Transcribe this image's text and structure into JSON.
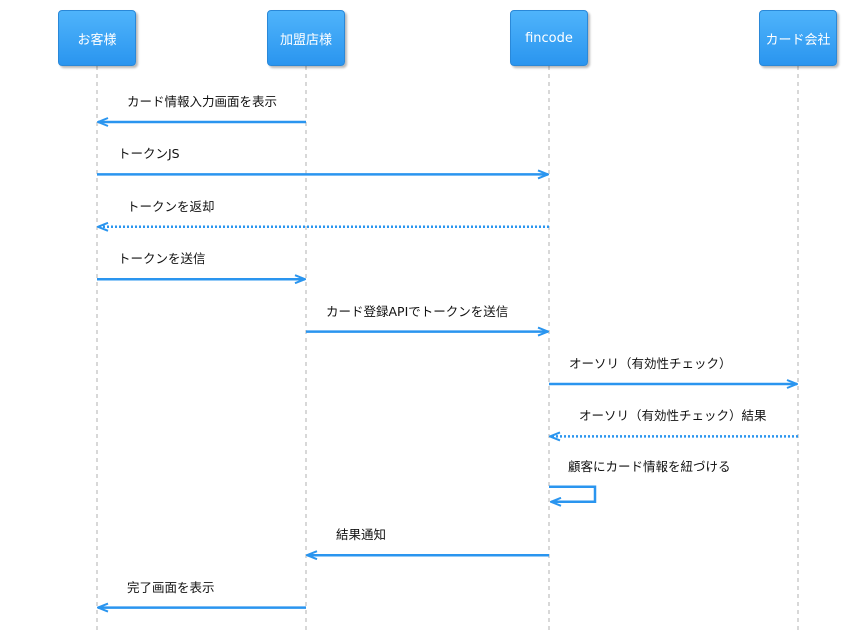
{
  "participants": [
    {
      "label": "お客様"
    },
    {
      "label": "加盟店様"
    },
    {
      "label": "fincode"
    },
    {
      "label": "カード会社"
    }
  ],
  "messages": [
    {
      "from": 1,
      "to": 0,
      "style": "solid",
      "label": "カード情報入力画面を表示"
    },
    {
      "from": 0,
      "to": 2,
      "style": "solid",
      "label": "トークンJS"
    },
    {
      "from": 2,
      "to": 0,
      "style": "dotted",
      "label": "トークンを返却"
    },
    {
      "from": 0,
      "to": 1,
      "style": "solid",
      "label": "トークンを送信"
    },
    {
      "from": 1,
      "to": 2,
      "style": "solid",
      "label": "カード登録APIでトークンを送信"
    },
    {
      "from": 2,
      "to": 3,
      "style": "solid",
      "label": "オーソリ（有効性チェック）"
    },
    {
      "from": 3,
      "to": 2,
      "style": "dotted",
      "label": "オーソリ（有効性チェック）結果"
    },
    {
      "from": 2,
      "to": 2,
      "style": "self",
      "label": "顧客にカード情報を紐づける"
    },
    {
      "from": 2,
      "to": 1,
      "style": "solid",
      "label": "結果通知"
    },
    {
      "from": 1,
      "to": 0,
      "style": "solid",
      "label": "完了画面を表示"
    }
  ],
  "colors": {
    "arrow": "#2a95ef",
    "participant_top": "#4fb4fb",
    "participant_bottom": "#2a95ef",
    "lifeline": "#cccccc"
  }
}
